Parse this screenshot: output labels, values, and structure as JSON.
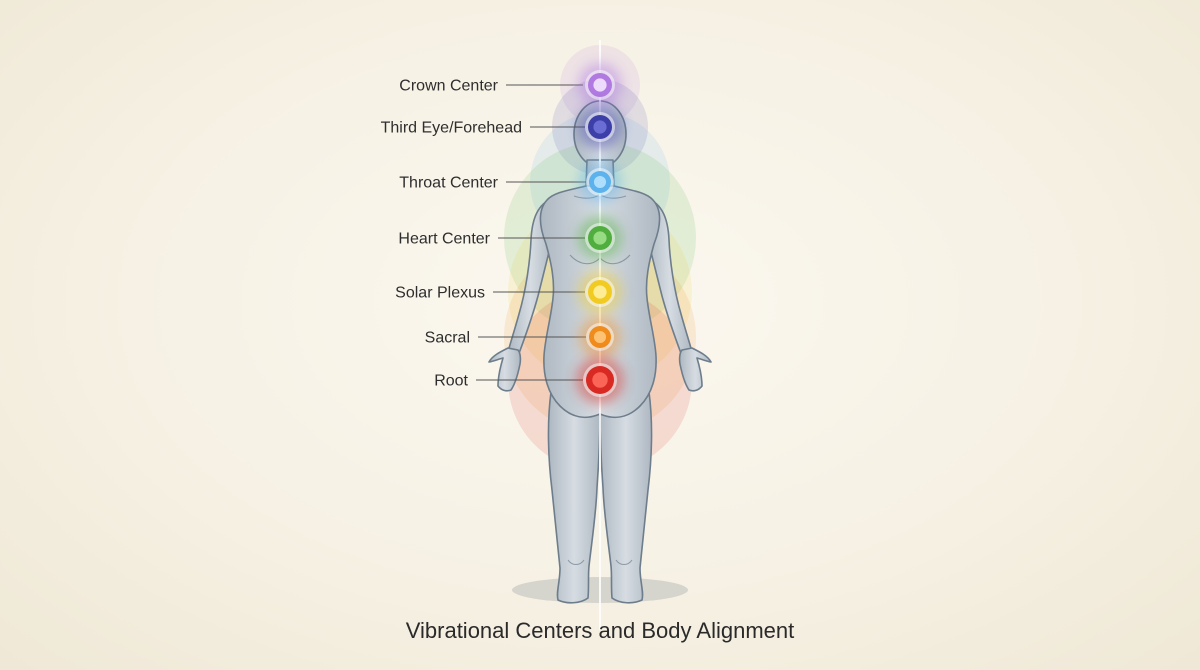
{
  "diagram": {
    "title": "Vibrational Centers and Body Alignment",
    "colors": {
      "background": "#f5f0e5",
      "body_fill": "#c5ccd3",
      "body_stroke": "#6d7d8b",
      "energy_line": "#ffffff"
    },
    "centers": [
      {
        "id": "crown",
        "label": "Crown Center",
        "color": "#b07ae0",
        "core": "#f4e6ff"
      },
      {
        "id": "third-eye",
        "label": "Third Eye/Forehead",
        "color": "#3d3fa8",
        "core": "#6e72d8"
      },
      {
        "id": "throat",
        "label": "Throat Center",
        "color": "#5bb2ec",
        "core": "#b8e2ff"
      },
      {
        "id": "heart",
        "label": "Heart Center",
        "color": "#4fae3e",
        "core": "#9ee08a"
      },
      {
        "id": "solar-plexus",
        "label": "Solar Plexus",
        "color": "#f1cb22",
        "core": "#fff1a0"
      },
      {
        "id": "sacral",
        "label": "Sacral",
        "color": "#f08c1c",
        "core": "#ffc880"
      },
      {
        "id": "root",
        "label": "Root",
        "color": "#d82a22",
        "core": "#ff6b5e"
      }
    ]
  }
}
